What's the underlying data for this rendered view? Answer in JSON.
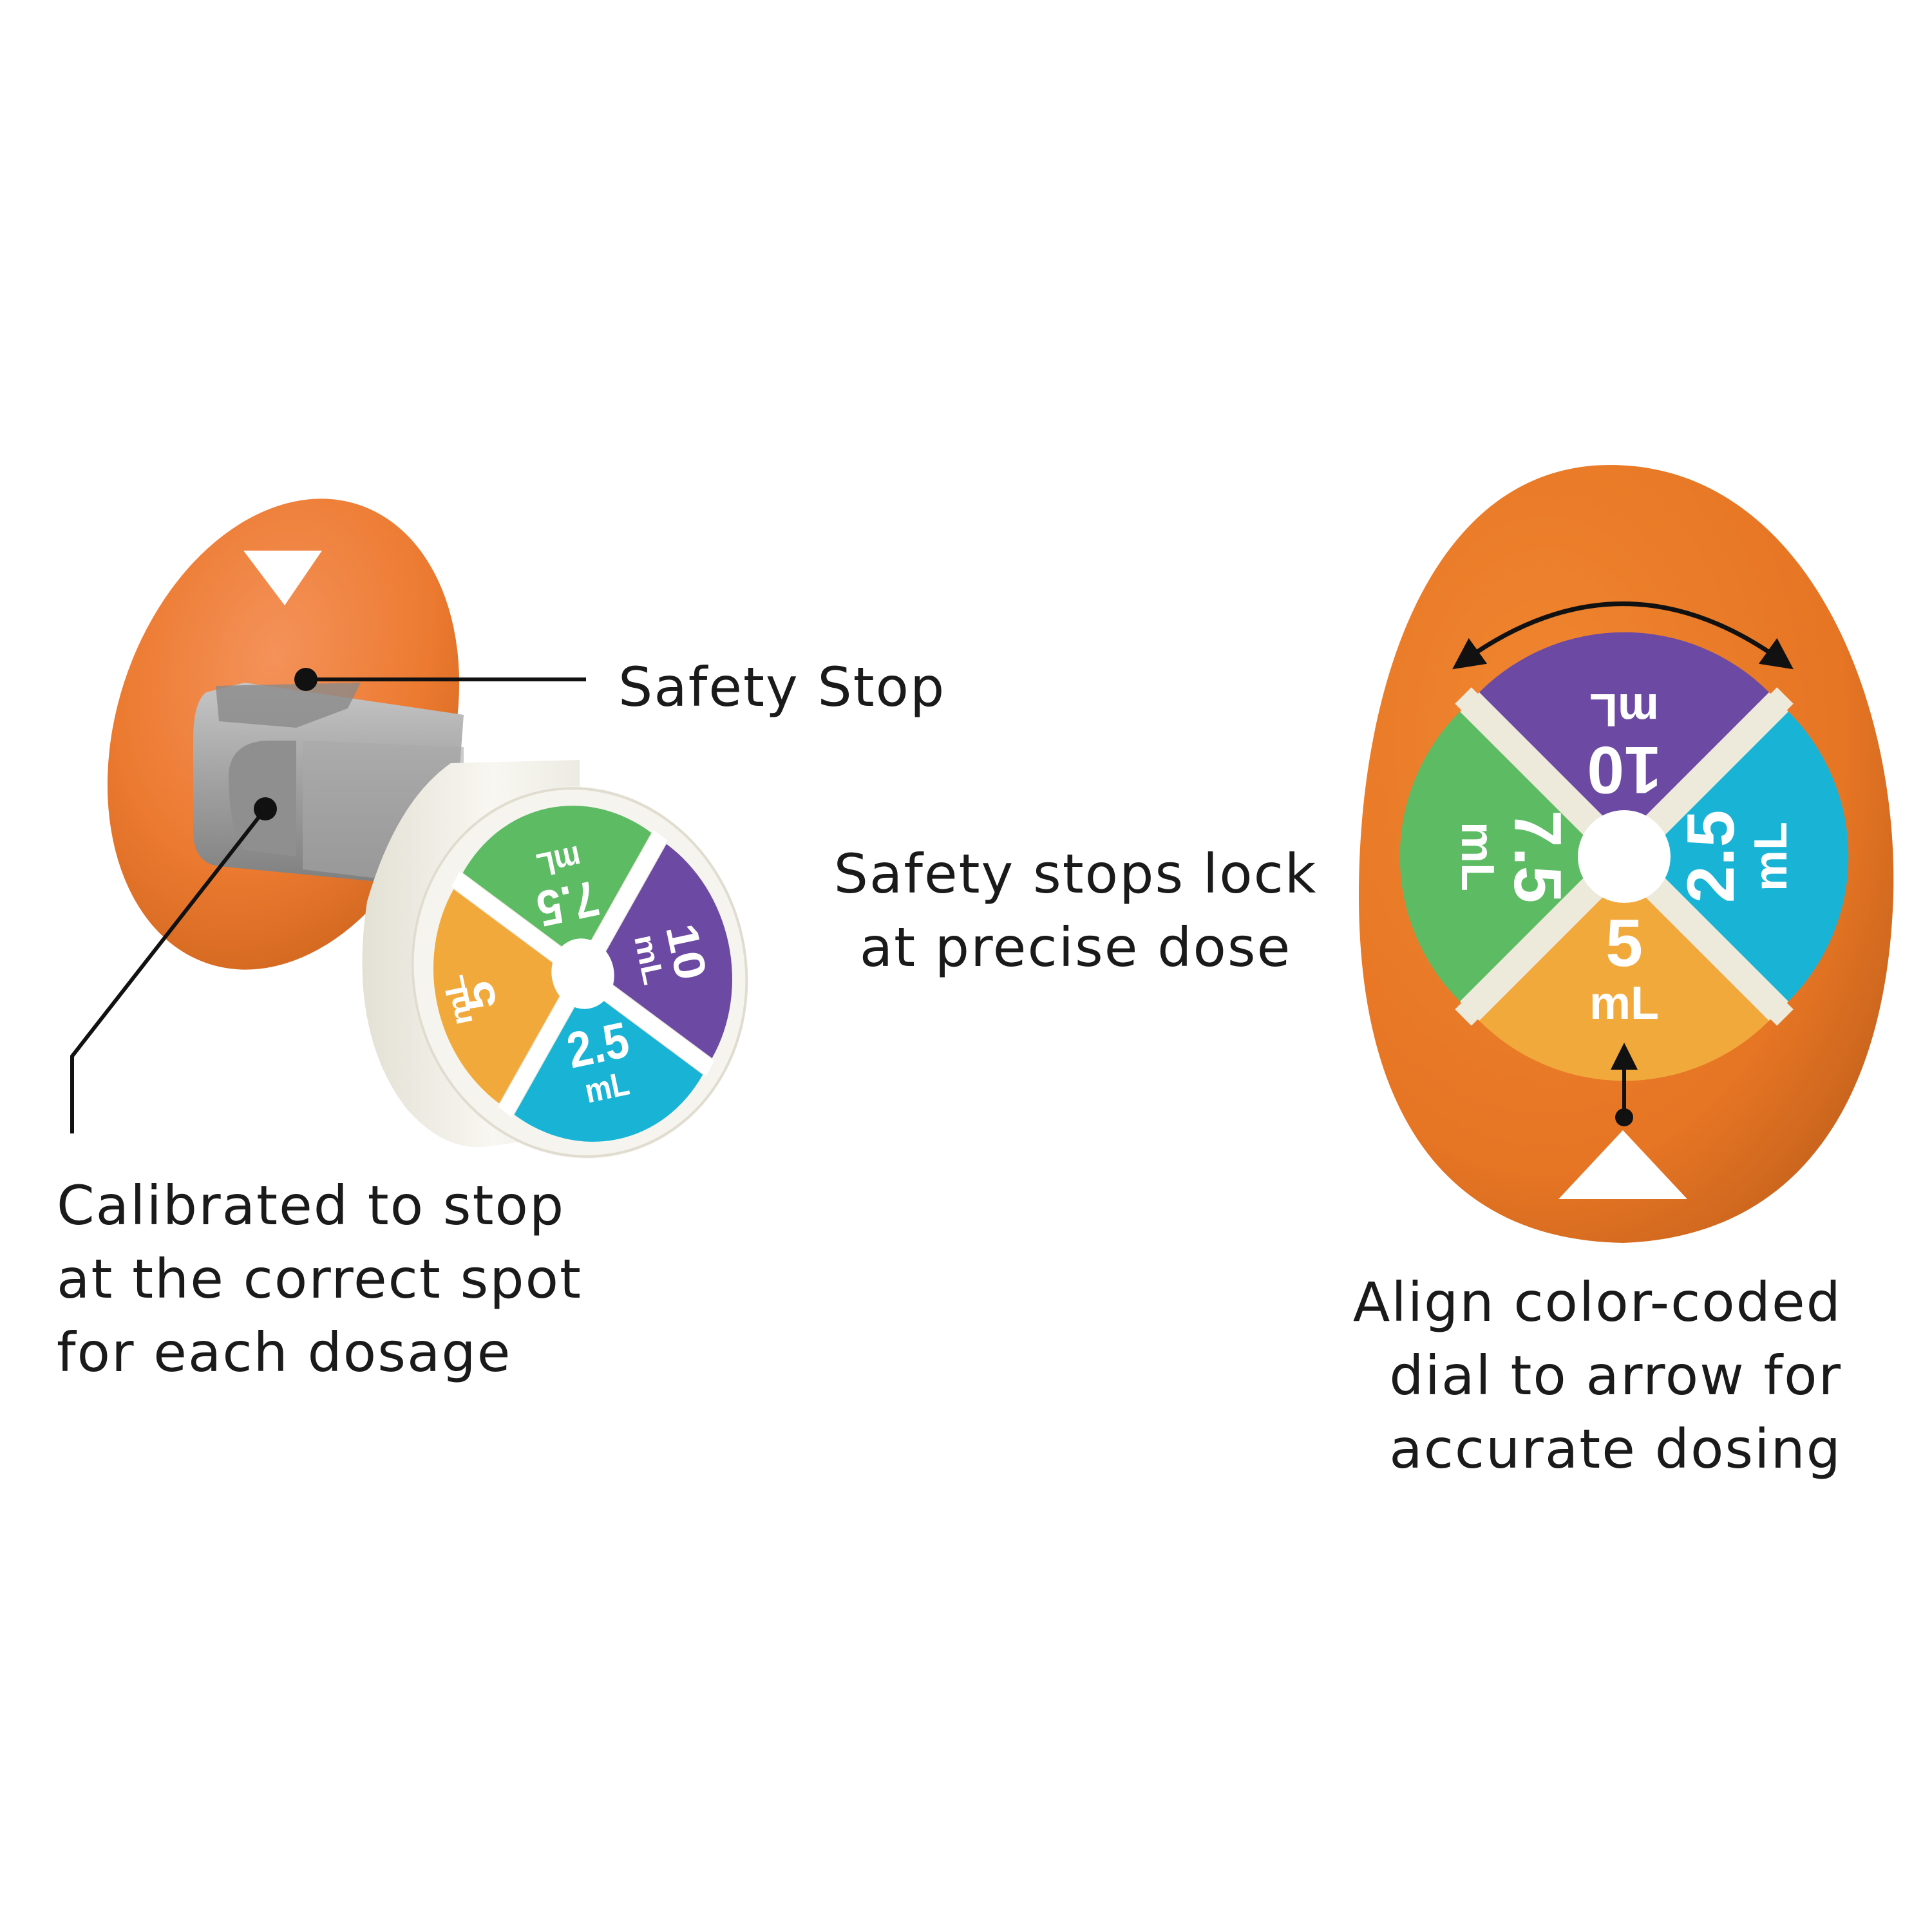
{
  "callouts": {
    "safety_stop": "Safety Stop",
    "calibrated": [
      "Calibrated to stop",
      "at the correct spot",
      "for each dosage"
    ],
    "lock": [
      "Safety stops lock",
      "at precise dose"
    ],
    "align": [
      "Align color-coded",
      "dial to arrow for",
      "accurate dosing"
    ]
  },
  "dial": {
    "segments": [
      {
        "value": "10",
        "unit": "mL",
        "color": "#6c4aa3"
      },
      {
        "value": "2.5",
        "unit": "mL",
        "color": "#19b3d6"
      },
      {
        "value": "5",
        "unit": "mL",
        "color": "#f2a93b"
      },
      {
        "value": "7.5",
        "unit": "mL",
        "color": "#5cbb63"
      }
    ]
  },
  "colors": {
    "orange": "#ea7b26",
    "orange_dark": "#c9621a",
    "separator": "#eeeadb",
    "barrel": "#9c9c9c",
    "cap": "#f4f2e9",
    "line": "#111111"
  },
  "icons": [
    "arrow-down-icon",
    "arrow-up-icon",
    "rotate-arrows-icon"
  ]
}
